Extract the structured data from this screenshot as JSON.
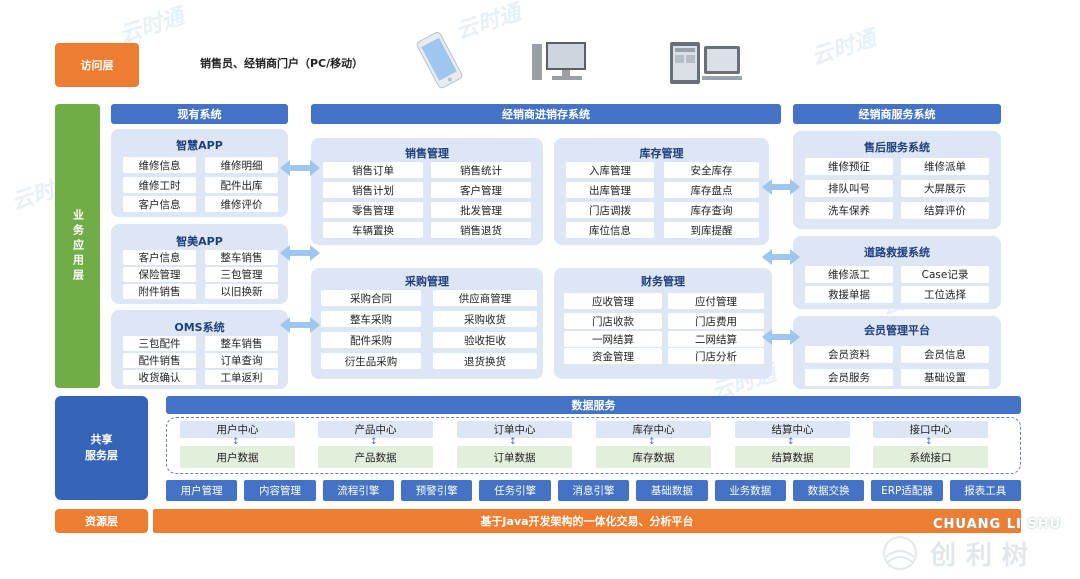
{
  "access": {
    "label": "访问层",
    "desc": "销售员、经销商门户（PC/移动）",
    "devices": [
      "phone-icon",
      "desktop-icon",
      "tablet-icon"
    ]
  },
  "biz_layer": {
    "label": "业务应用层"
  },
  "existing": {
    "header": "现有系统",
    "smart_app": {
      "title": "智慧APP",
      "items": [
        "维修信息",
        "维修明细",
        "维修工时",
        "配件出库",
        "客户信息",
        "维修评价"
      ]
    },
    "beauty_app": {
      "title": "智美APP",
      "items": [
        "客户信息",
        "整车销售",
        "保险管理",
        "三包管理",
        "附件销售",
        "以旧换新"
      ]
    },
    "oms": {
      "title": "OMS系统",
      "items": [
        "三包配件",
        "整车销售",
        "配件销售",
        "订单查询",
        "收货确认",
        "工单返利"
      ]
    }
  },
  "dms": {
    "header": "经销商进销存系统",
    "sales": {
      "title": "销售管理",
      "items": [
        "销售订单",
        "销售统计",
        "销售计划",
        "客户管理",
        "零售管理",
        "批发管理",
        "车辆置换",
        "销售退货"
      ]
    },
    "inventory": {
      "title": "库存管理",
      "items": [
        "入库管理",
        "安全库存",
        "出库管理",
        "库存盘点",
        "门店调拨",
        "库存查询",
        "库位信息",
        "到库提醒"
      ]
    },
    "purchase": {
      "title": "采购管理",
      "items": [
        "采购合同",
        "供应商管理",
        "整车采购",
        "采购收货",
        "配件采购",
        "验收拒收",
        "衍生品采购",
        "退货换货"
      ]
    },
    "finance": {
      "title": "财务管理",
      "items": [
        "应收管理",
        "应付管理",
        "门店收款",
        "门店费用",
        "一网结算",
        "二网结算",
        "资金管理",
        "门店分析"
      ]
    }
  },
  "service": {
    "header": "经销商服务系统",
    "after_sales": {
      "title": "售后服务系统",
      "items": [
        "维修预征",
        "维修派单",
        "排队叫号",
        "大屏展示",
        "洗车保养",
        "结算评价"
      ]
    },
    "rescue": {
      "title": "道路救援系统",
      "items": [
        "维修派工",
        "Case记录",
        "救援单据",
        "工位选择"
      ]
    },
    "member": {
      "title": "会员管理平台",
      "items": [
        "会员资料",
        "会员信息",
        "会员服务",
        "基础设置"
      ]
    }
  },
  "shared": {
    "label_line1": "共享",
    "label_line2": "服务层",
    "data_service": "数据服务",
    "centers": [
      {
        "top": "用户中心",
        "bottom": "用户数据"
      },
      {
        "top": "产品中心",
        "bottom": "产品数据"
      },
      {
        "top": "订单中心",
        "bottom": "订单数据"
      },
      {
        "top": "库存中心",
        "bottom": "库存数据"
      },
      {
        "top": "结算中心",
        "bottom": "结算数据"
      },
      {
        "top": "接口中心",
        "bottom": "系统接口"
      }
    ],
    "tools": [
      "用户管理",
      "内容管理",
      "流程引擎",
      "预警引擎",
      "任务引擎",
      "消息引擎",
      "基础数据",
      "业务数据",
      "数据交换",
      "ERP适配器",
      "报表工具"
    ]
  },
  "resource": {
    "label": "资源层",
    "platform": "基于Java开发架构的一体化交易、分析平台"
  },
  "brand": {
    "latin": "CHUANG LI SHU",
    "cn": "创利树"
  },
  "colors": {
    "orange": "#ed7d31",
    "green": "#70ad47",
    "blue": "#4472c4",
    "navy": "#3563b5",
    "panel": "#dde6f4"
  }
}
